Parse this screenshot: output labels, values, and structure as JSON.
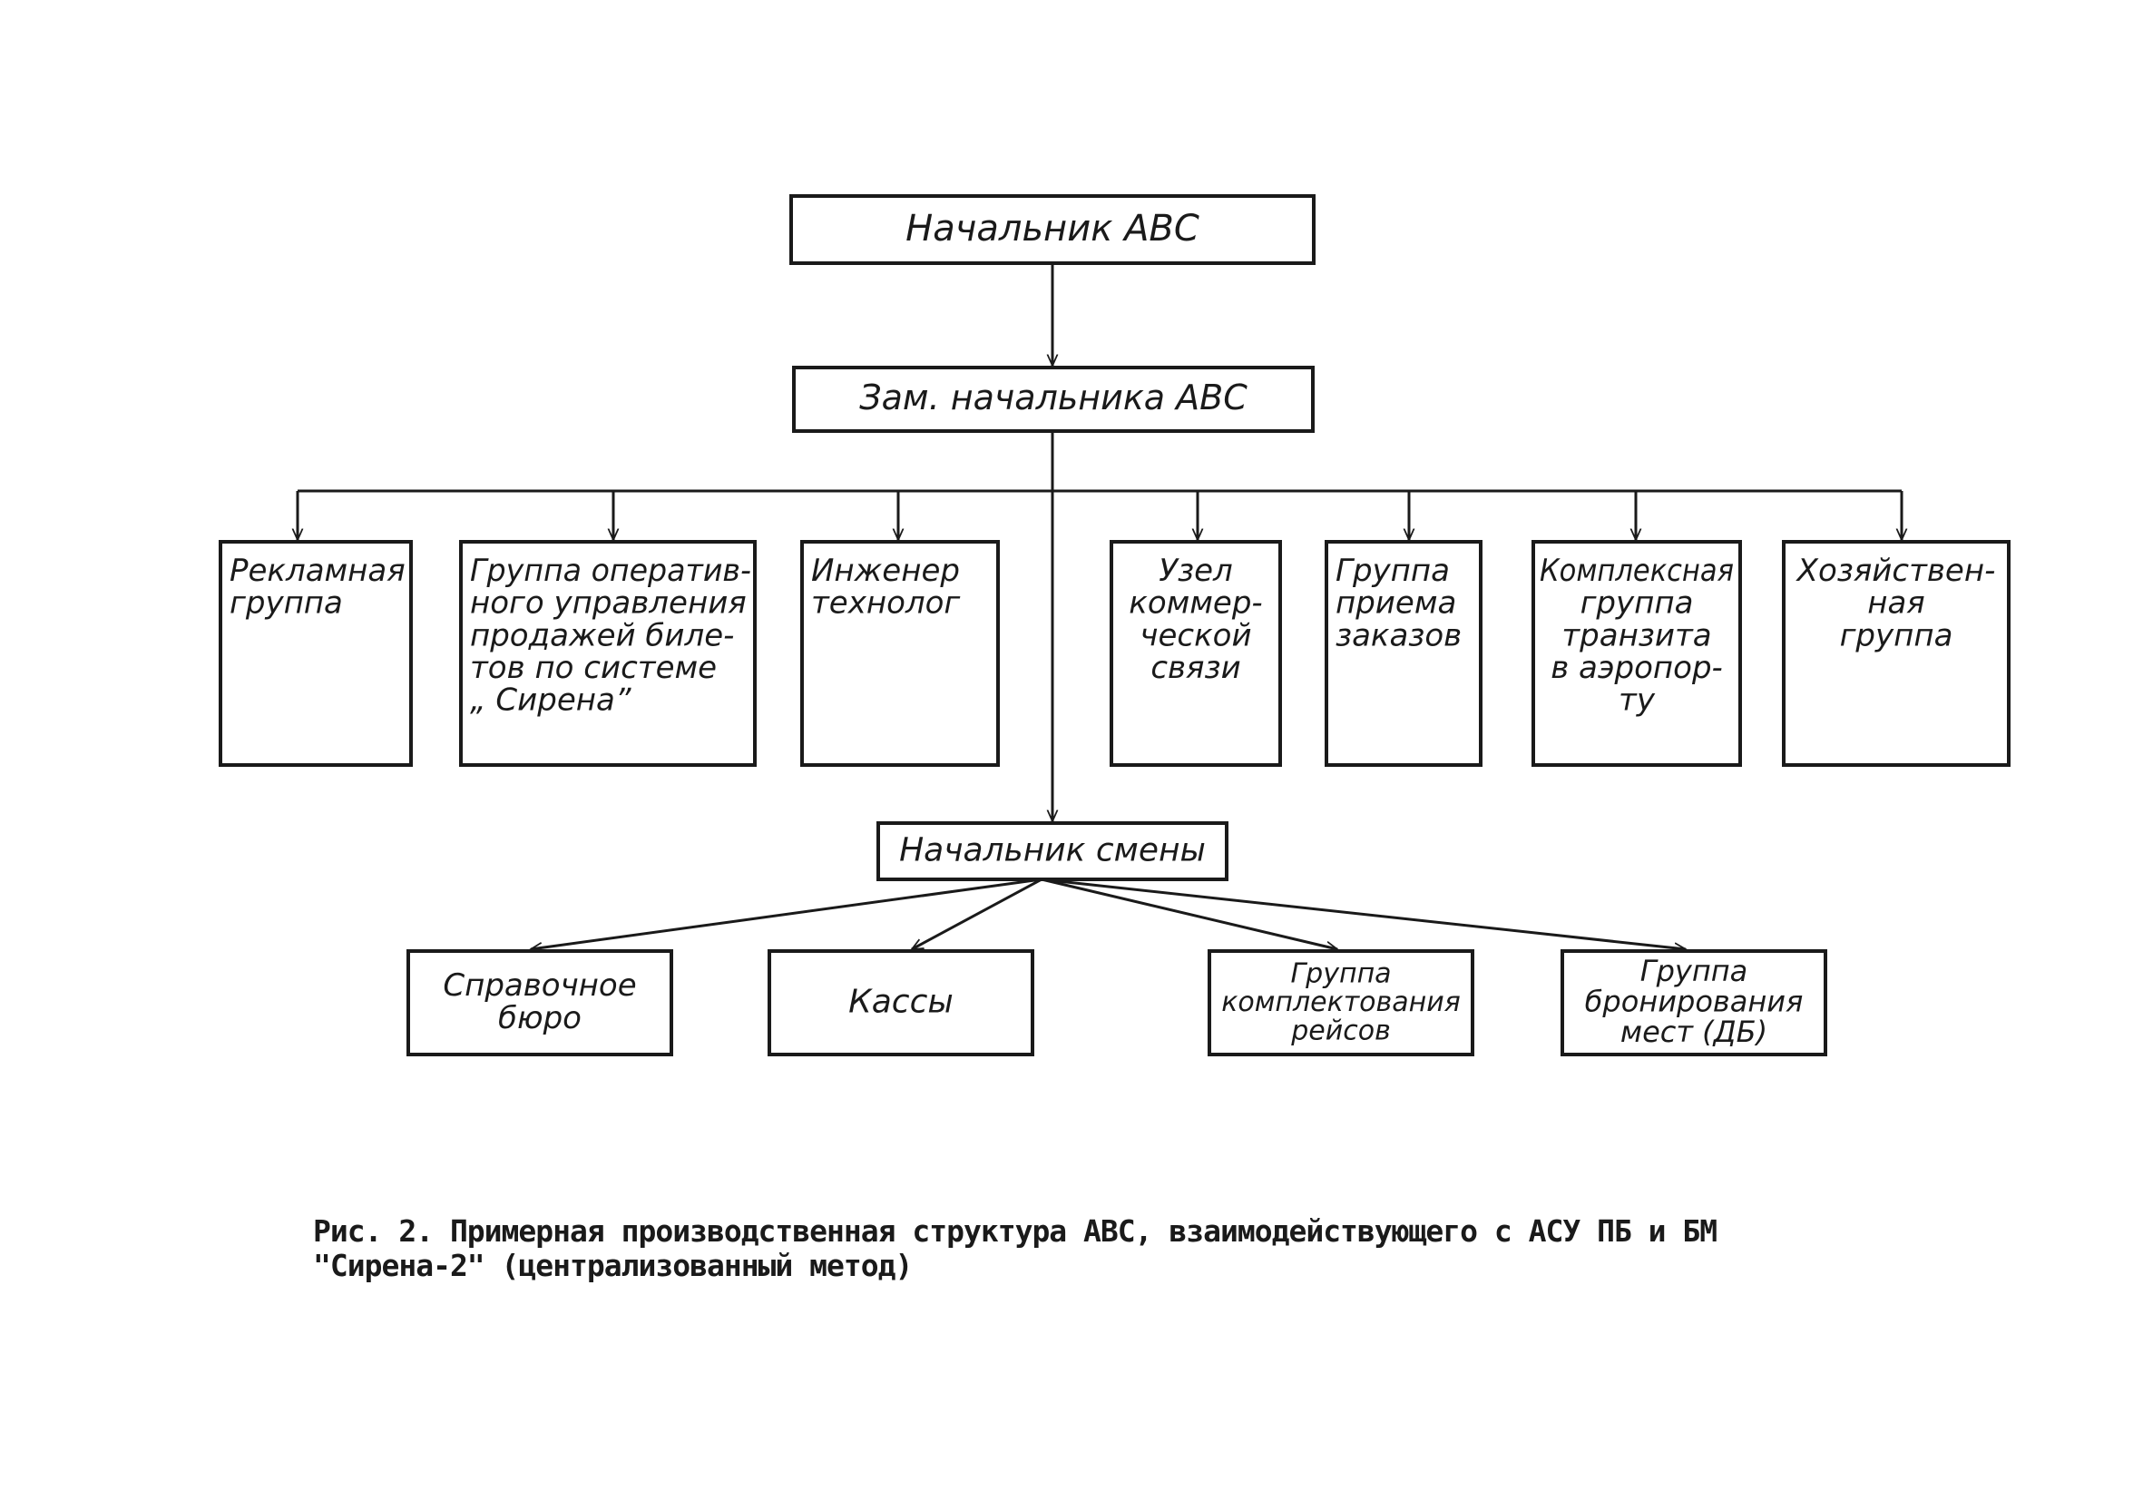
{
  "diagram": {
    "nodes": [
      {
        "id": "head",
        "lines": [
          "Начальник АВС"
        ]
      },
      {
        "id": "deputy",
        "lines": [
          "Зам. начальника АВС"
        ]
      },
      {
        "id": "advert",
        "lines": [
          "Рекламная",
          "группа"
        ]
      },
      {
        "id": "ops",
        "lines": [
          "Группа оператив-",
          "ного управления",
          "продажей биле-",
          "тов по системе",
          "„ Сирена”"
        ]
      },
      {
        "id": "engineer",
        "lines": [
          "Инженер",
          "технолог"
        ]
      },
      {
        "id": "comms",
        "lines": [
          "Узел",
          "коммер-",
          "ческой",
          "связи"
        ]
      },
      {
        "id": "orders",
        "lines": [
          "Группа",
          "приема",
          "заказов"
        ]
      },
      {
        "id": "transit",
        "lines": [
          "Комплексная",
          "группа",
          "транзита",
          "в аэропор-",
          "ту"
        ]
      },
      {
        "id": "household",
        "lines": [
          "Хозяйствен-",
          "ная",
          "группа"
        ]
      },
      {
        "id": "shift",
        "lines": [
          "Начальник смены"
        ]
      },
      {
        "id": "info",
        "lines": [
          "Справочное",
          "бюро"
        ]
      },
      {
        "id": "cash",
        "lines": [
          "Кассы"
        ]
      },
      {
        "id": "flights",
        "lines": [
          "Группа",
          "комплектования",
          "рейсов"
        ]
      },
      {
        "id": "booking",
        "lines": [
          "Группа",
          "бронирования",
          "мест (ДБ)"
        ]
      }
    ],
    "edges": [
      {
        "from": "head",
        "to": "deputy"
      },
      {
        "from": "deputy",
        "to": "advert"
      },
      {
        "from": "deputy",
        "to": "ops"
      },
      {
        "from": "deputy",
        "to": "engineer"
      },
      {
        "from": "deputy",
        "to": "comms"
      },
      {
        "from": "deputy",
        "to": "orders"
      },
      {
        "from": "deputy",
        "to": "transit"
      },
      {
        "from": "deputy",
        "to": "household"
      },
      {
        "from": "deputy",
        "to": "shift"
      },
      {
        "from": "shift",
        "to": "info"
      },
      {
        "from": "shift",
        "to": "cash"
      },
      {
        "from": "shift",
        "to": "flights"
      },
      {
        "from": "shift",
        "to": "booking"
      }
    ]
  },
  "caption": {
    "line1": "Рис. 2. Примерная производственная структура АВС, взаимодействующего с АСУ ПБ и БМ",
    "line2": "\"Сирена-2\" (централизованный метод)"
  }
}
